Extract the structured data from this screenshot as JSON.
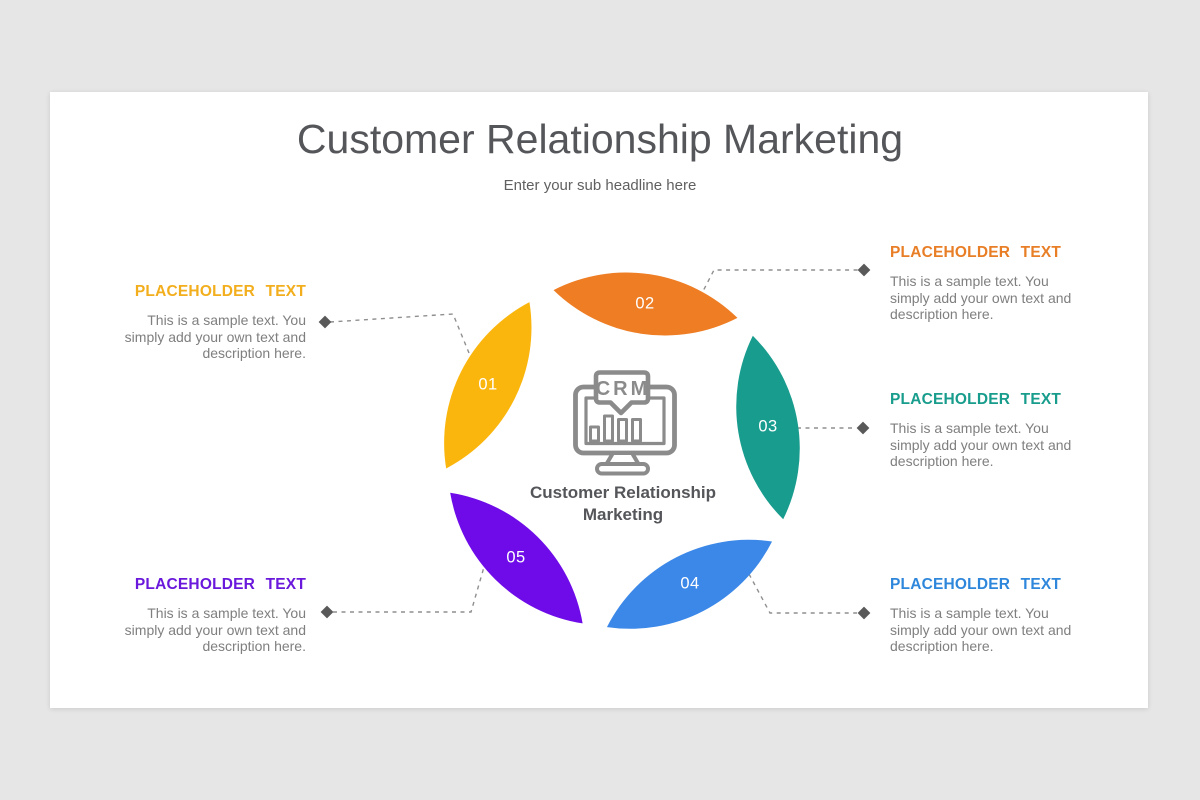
{
  "slide": {
    "title": "Customer Relationship Marketing",
    "subtitle": "Enter your sub headline here"
  },
  "center": {
    "icon_label": "CRM",
    "label_lines": [
      "Customer Relationship",
      "Marketing"
    ]
  },
  "diagram": {
    "petals": [
      {
        "number": "01",
        "color": "#FBB60D"
      },
      {
        "number": "02",
        "color": "#EE7D23"
      },
      {
        "number": "03",
        "color": "#189C8E"
      },
      {
        "number": "04",
        "color": "#3C88E8"
      },
      {
        "number": "05",
        "color": "#6E0BE8"
      }
    ]
  },
  "callouts": [
    {
      "heading": "PLACEHOLDER TEXT",
      "color": "#F2AE1C",
      "body_lines": [
        "This is a sample text. You",
        "simply add your own text and",
        "description here."
      ]
    },
    {
      "heading": "PLACEHOLDER TEXT",
      "color": "#E87E26",
      "body_lines": [
        "This is a sample text. You",
        "simply add your own text and",
        "description here."
      ]
    },
    {
      "heading": "PLACEHOLDER TEXT",
      "color": "#189C8C",
      "body_lines": [
        "This is a sample text. You",
        "simply add your own text and",
        "description here."
      ]
    },
    {
      "heading": "PLACEHOLDER TEXT",
      "color": "#2F87DC",
      "body_lines": [
        "This is a sample text. You",
        "simply add your own text and",
        "description here."
      ]
    },
    {
      "heading": "PLACEHOLDER TEXT",
      "color": "#6A18DB",
      "body_lines": [
        "This is a sample text. You",
        "simply add your own text and",
        "description here."
      ]
    }
  ],
  "colors": {
    "background": "#E7E6E6",
    "slide": "#FFFFFF",
    "title": "#55565A",
    "subtitle": "#606060",
    "body_text": "#7F7F7F",
    "icon": "#8B8B8B",
    "connector": "#8F8F8F",
    "diamond": "#595959",
    "number": "#FFFFFF"
  }
}
